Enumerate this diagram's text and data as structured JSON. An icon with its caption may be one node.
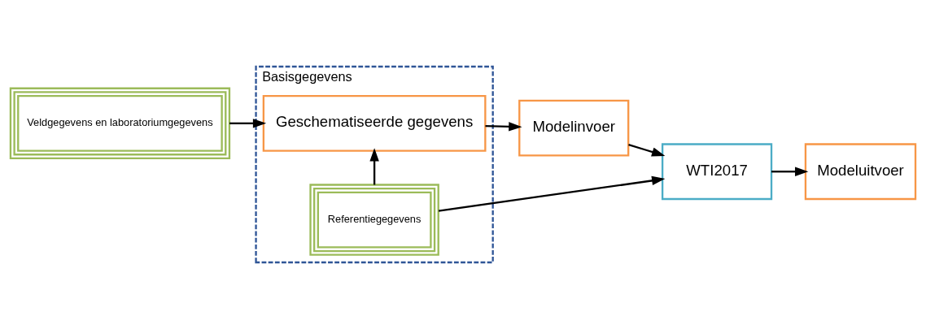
{
  "diagram": {
    "nodes": [
      {
        "text": [
          "Basisgegevens"
        ]
      },
      {
        "text": [
          "Referentiegegevens"
        ],
        "in": 0
      },
      {
        "text": [
          "Geschematiseerde gegevens"
        ],
        "in": 0
      },
      {
        "text": [
          "Veldgegevens en laboratoriumgegevens"
        ]
      },
      {
        "text": [
          "Modelinvoer"
        ]
      },
      {
        "text": [
          "WTI2017"
        ]
      },
      {
        "text": [
          "Modeluitvoer"
        ]
      }
    ],
    "edges": [
      {
        "from": 1,
        "to": 2,
        "arrow": "to"
      },
      {
        "from": 3,
        "to": 2,
        "arrow": "to"
      },
      {
        "from": 2,
        "to": 4,
        "arrow": "to"
      },
      {
        "from": 4,
        "to": 5,
        "arrow": "to"
      },
      {
        "from": 1,
        "to": 5,
        "arrow": "to"
      },
      {
        "from": 5,
        "to": 6,
        "arrow": "to"
      }
    ]
  }
}
